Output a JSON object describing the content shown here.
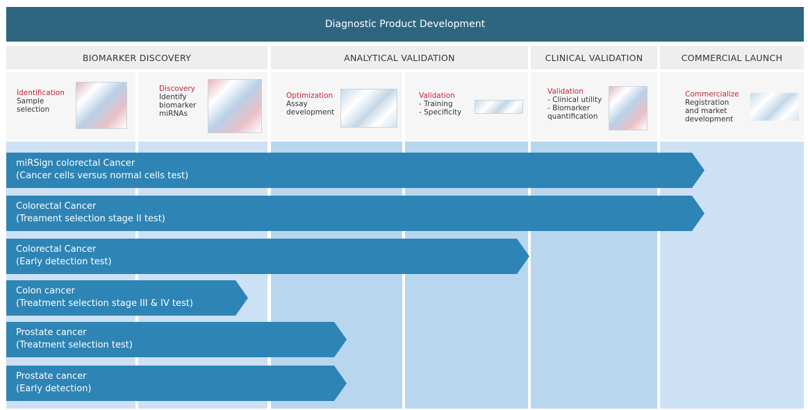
{
  "header": {
    "title": "Diagnostic Product Development"
  },
  "phases": [
    {
      "label": "BIOMARKER DISCOVERY"
    },
    {
      "label": "ANALYTICAL VALIDATION"
    },
    {
      "label": "CLINICAL VALIDATION"
    },
    {
      "label": "COMMERCIAL LAUNCH"
    }
  ],
  "steps": [
    {
      "title": "Identification",
      "desc": "Sample\nselection"
    },
    {
      "title": "Discovery",
      "desc": "Identify\nbiomarker\nmiRNAs"
    },
    {
      "title": "Optimization",
      "desc": "Assay\ndevelopment"
    },
    {
      "title": "Validation",
      "desc": "- Training\n- Specificity"
    },
    {
      "title": "Validation",
      "desc": "- Clinical utility\n- Biomarker\n  quantification"
    },
    {
      "title": "Commercialize",
      "desc": "Registration\nand market\ndevelopment"
    }
  ],
  "pipeline": [
    {
      "name": "miRSign colorectal Cancer",
      "detail": "(Cancer cells versus normal cells test)",
      "stage_reached": "COMMERCIAL LAUNCH"
    },
    {
      "name": "Colorectal Cancer",
      "detail": "(Treament selection stage II test)",
      "stage_reached": "COMMERCIAL LAUNCH"
    },
    {
      "name": "Colorectal Cancer",
      "detail": "(Early detection test)",
      "stage_reached": "ANALYTICAL VALIDATION"
    },
    {
      "name": "Colon cancer",
      "detail": "(Treatment selection stage III & IV test)",
      "stage_reached": "BIOMARKER DISCOVERY"
    },
    {
      "name": "Prostate cancer",
      "detail": "(Treatment selection test)",
      "stage_reached": "ANALYTICAL VALIDATION"
    },
    {
      "name": "Prostate cancer",
      "detail": "(Early detection)",
      "stage_reached": "ANALYTICAL VALIDATION"
    }
  ],
  "colors": {
    "banner": "#2e6680",
    "bar": "#2d84b5",
    "step_title": "#c4243a",
    "column": "#cce1f3"
  }
}
